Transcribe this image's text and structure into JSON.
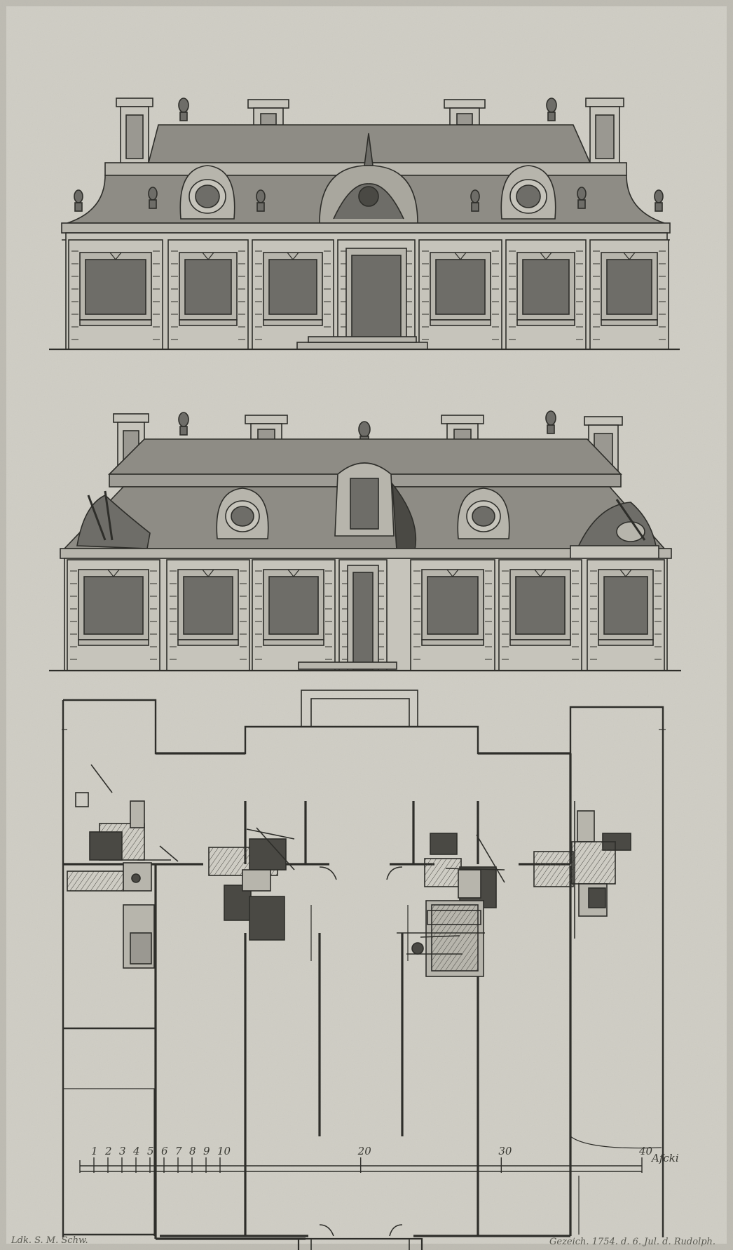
{
  "drawing": {
    "paper_color": "#cfcdc4",
    "ink_color": "#2e2e2a",
    "wash_color": "#8e8c85",
    "window_color": "#6e6d68",
    "views": [
      "front-elevation",
      "garden-elevation",
      "ground-floor-plan"
    ]
  },
  "scale_bar": {
    "ticks": [
      "1",
      "2",
      "3",
      "4",
      "5",
      "6",
      "7",
      "8",
      "9",
      "10",
      "20",
      "30",
      "40"
    ],
    "unit": "Aſcki"
  },
  "marks": {
    "bottom_left": "Ldk. S. M. Schw.",
    "bottom_right": "Gezeich. 1754. d. 6. Jul. d. Rudolph."
  }
}
